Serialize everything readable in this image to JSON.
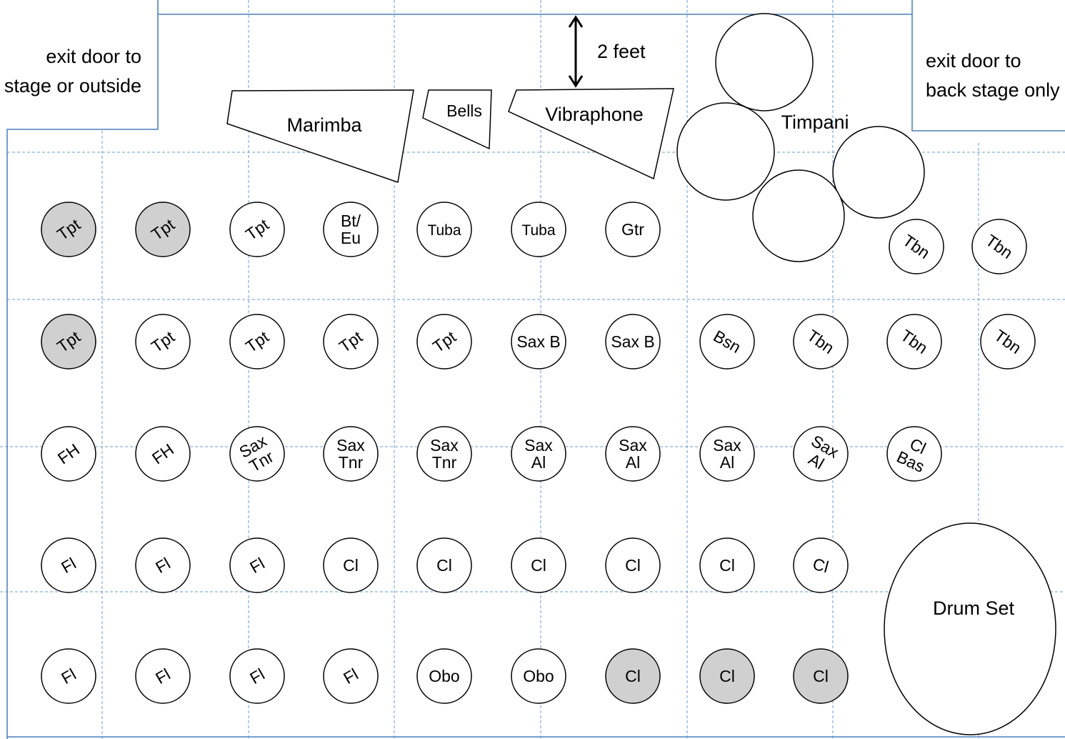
{
  "doors": {
    "left": {
      "line1": "exit door to",
      "line2": "stage or outside"
    },
    "right": {
      "line1": "exit door to",
      "line2": "back stage only"
    }
  },
  "spacing_note": "2 feet",
  "percussion": {
    "marimba": "Marimba",
    "bells": "Bells",
    "vibraphone": "Vibraphone",
    "timpani": "Timpani",
    "drum_set": "Drum Set"
  },
  "colors": {
    "line": "#4a7ebb",
    "grid": "#6a9bd1",
    "highlight": "#d0d0d0",
    "seat": "#ffffff"
  },
  "rows": [
    [
      {
        "l1": "Tpt",
        "hl": true,
        "rot": -35
      },
      {
        "l1": "Tpt",
        "hl": true,
        "rot": -35
      },
      {
        "l1": "Tpt",
        "hl": false,
        "rot": -35
      },
      {
        "l1": "Bt/",
        "l2": "Eu",
        "hl": false,
        "rot": 0
      },
      {
        "l1": "Tuba",
        "hl": false,
        "rot": 0,
        "sm": true
      },
      {
        "l1": "Tuba",
        "hl": false,
        "rot": 0,
        "sm": true
      },
      {
        "l1": "Gtr",
        "hl": false,
        "rot": 0
      }
    ],
    [
      {
        "l1": "Tpt",
        "hl": true,
        "rot": -35
      },
      {
        "l1": "Tpt",
        "hl": false,
        "rot": -35
      },
      {
        "l1": "Tpt",
        "hl": false,
        "rot": -35
      },
      {
        "l1": "Tpt",
        "hl": false,
        "rot": -35
      },
      {
        "l1": "Tpt",
        "hl": false,
        "rot": -35
      },
      {
        "l1": "Sax B",
        "hl": false,
        "rot": 0
      },
      {
        "l1": "Sax B",
        "hl": false,
        "rot": 0
      },
      {
        "l1": "Bsn",
        "hl": false,
        "rot": 30
      },
      {
        "l1": "Tbn",
        "hl": false,
        "rot": 35
      },
      {
        "l1": "Tbn",
        "hl": false,
        "rot": 35
      },
      {
        "l1": "Tbn",
        "hl": false,
        "rot": 35
      }
    ],
    [
      {
        "l1": "FH",
        "hl": false,
        "rot": -35
      },
      {
        "l1": "FH",
        "hl": false,
        "rot": -35
      },
      {
        "l1": "Sax",
        "l2": "Tnr",
        "hl": false,
        "rot": -30
      },
      {
        "l1": "Sax",
        "l2": "Tnr",
        "hl": false,
        "rot": 0
      },
      {
        "l1": "Sax",
        "l2": "Tnr",
        "hl": false,
        "rot": 0
      },
      {
        "l1": "Sax",
        "l2": "Al",
        "hl": false,
        "rot": 0
      },
      {
        "l1": "Sax",
        "l2": "Al",
        "hl": false,
        "rot": 0
      },
      {
        "l1": "Sax",
        "l2": "Al",
        "hl": false,
        "rot": 0
      },
      {
        "l1": "Sax",
        "l2": "Al",
        "hl": false,
        "rot": 30
      },
      {
        "l1": "Cl",
        "l2": "Bas",
        "hl": false,
        "rot": 25
      }
    ],
    [
      {
        "l1": "Fl",
        "hl": false,
        "rot": -30
      },
      {
        "l1": "Fl",
        "hl": false,
        "rot": -30
      },
      {
        "l1": "Fl",
        "hl": false,
        "rot": -30
      },
      {
        "l1": "Cl",
        "hl": false,
        "rot": 0
      },
      {
        "l1": "Cl",
        "hl": false,
        "rot": 0
      },
      {
        "l1": "Cl",
        "hl": false,
        "rot": 0
      },
      {
        "l1": "Cl",
        "hl": false,
        "rot": 0
      },
      {
        "l1": "Cl",
        "hl": false,
        "rot": 0
      },
      {
        "l1": "Cl",
        "hl": false,
        "rot": 15
      }
    ],
    [
      {
        "l1": "Fl",
        "hl": false,
        "rot": -30
      },
      {
        "l1": "Fl",
        "hl": false,
        "rot": -30
      },
      {
        "l1": "Fl",
        "hl": false,
        "rot": -30
      },
      {
        "l1": "Fl",
        "hl": false,
        "rot": -30
      },
      {
        "l1": "Obo",
        "hl": false,
        "rot": 0
      },
      {
        "l1": "Obo",
        "hl": false,
        "rot": 0
      },
      {
        "l1": "Cl",
        "hl": true,
        "rot": 0
      },
      {
        "l1": "Cl",
        "hl": true,
        "rot": 0
      },
      {
        "l1": "Cl",
        "hl": true,
        "rot": 0
      }
    ]
  ]
}
